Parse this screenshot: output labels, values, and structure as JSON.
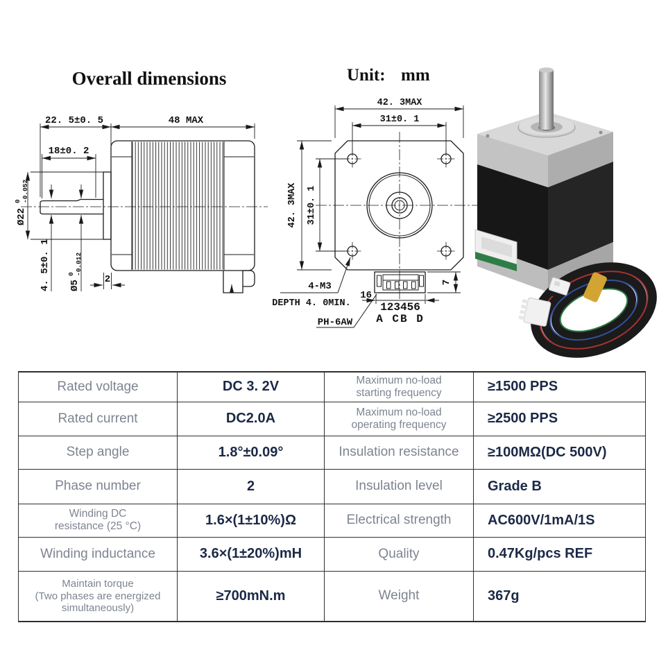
{
  "header": {
    "title": "Overall dimensions",
    "unit_label": "Unit:",
    "unit_value": "mm"
  },
  "side_view": {
    "front_length": "22. 5±0. 5",
    "body_length": "48 MAX",
    "shaft_length": "18±0. 2",
    "pilot_diameter": "Ø22",
    "pilot_tol_top": "0",
    "pilot_tol_bottom": "-0.052",
    "flat_height": "4. 5±0. 1",
    "shaft_diameter": "Ø5",
    "shaft_tol_top": "0",
    "shaft_tol_bottom": "-0.012",
    "flange_thickness": "2"
  },
  "front_view": {
    "width": "42. 3MAX",
    "hole_spacing_h": "31±0. 1",
    "height": "42. 3MAX",
    "hole_spacing_v": "31±0. 1",
    "screw_note": "4-M3",
    "depth_note": "DEPTH 4. 0MIN.",
    "connector_note": "PH-6AW",
    "connector_width": "16",
    "connector_height": "7",
    "pin_numbers": "123456",
    "pin_phases": "A CB D"
  },
  "table": {
    "rows": [
      {
        "c1": "Rated voltage",
        "c2": "DC 3. 2V",
        "c3": "Maximum no-load\nstarting frequency",
        "c4": "≥1500 PPS"
      },
      {
        "c1": "Rated current",
        "c2": "DC2.0A",
        "c3": "Maximum no-load\noperating frequency",
        "c4": "≥2500 PPS"
      },
      {
        "c1": "Step angle",
        "c2": "1.8°±0.09°",
        "c3": "Insulation resistance",
        "c4": "≥100MΩ(DC 500V)"
      },
      {
        "c1": "Phase number",
        "c2": "2",
        "c3": "Insulation level",
        "c4": "Grade B"
      },
      {
        "c1": "Winding DC\nresistance (25 °C)",
        "c2": "1.6×(1±10%)Ω",
        "c3": "Electrical strength",
        "c4": "AC600V/1mA/1S"
      },
      {
        "c1": "Winding inductance",
        "c2": "3.6×(1±20%)mH",
        "c3": "Quality",
        "c4": "0.47Kg/pcs REF"
      },
      {
        "c1": "Maintain torque\n(Two phases are energized\nsimultaneously)",
        "c2": "≥700mN.m",
        "c3": "Weight",
        "c4": "367g"
      }
    ]
  },
  "colors": {
    "value_text": "#1b2946",
    "label_text": "#7d8490",
    "drawing_line": "#1a1a1a",
    "pcb_green": "#2f7d46",
    "cable_tie_yellow": "#d2a433"
  }
}
